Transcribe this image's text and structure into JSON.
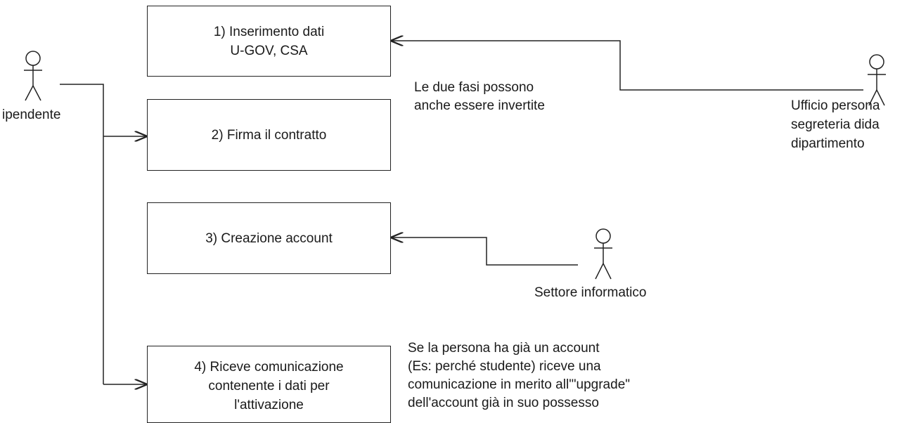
{
  "steps": [
    {
      "line1": "1) Inserimento dati",
      "line2": "U-GOV, CSA"
    },
    {
      "line1": "2) Firma il contratto"
    },
    {
      "line1": "3) Creazione account"
    },
    {
      "line1": "4) Riceve comunicazione",
      "line2": "contenente i dati per",
      "line3": "l'attivazione"
    }
  ],
  "actors": {
    "left": "ipendente",
    "right": [
      "Ufficio persona",
      "segreteria dida",
      "dipartimento"
    ],
    "middle": "Settore informatico"
  },
  "notes": {
    "swap": [
      "Le due fasi possono",
      "anche essere invertite"
    ],
    "upgrade": [
      "Se la persona ha già un account",
      "(Es: perché studente) riceve una",
      "comunicazione in merito all'\"upgrade\"",
      "dell'account già in suo possesso"
    ]
  }
}
